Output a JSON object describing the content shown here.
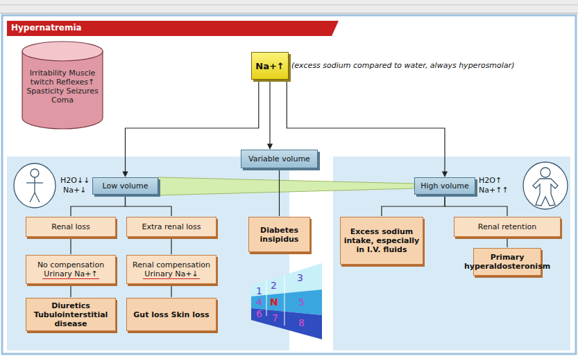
{
  "diagram": {
    "title": "Hypernatremia",
    "nodes": [
      {
        "text": [
          "Irritability Muscle twitch Reflexes↑ Spasticity Seizures Coma"
        ]
      },
      {
        "text": [
          "Na+↑"
        ]
      },
      {
        "text": [
          "Low volume"
        ]
      },
      {
        "text": [
          "Variable volume"
        ]
      },
      {
        "text": [
          "High volume"
        ]
      },
      {
        "text": [
          "Renal loss"
        ]
      },
      {
        "text": [
          "Extra renal loss"
        ]
      },
      {
        "text": [
          "Diabetes insipidus"
        ]
      },
      {
        "text": [
          "Excess sodium intake, especially in I.V. fluids"
        ]
      },
      {
        "text": [
          "Renal retention"
        ]
      },
      {
        "text": [
          "No compensation",
          "Urinary Na+↑"
        ]
      },
      {
        "text": [
          "Renal compensation",
          "Urinary Na+↓"
        ]
      },
      {
        "text": [
          "Diuretics Tubulointerstitial disease"
        ]
      },
      {
        "text": [
          "Gut loss Skin loss"
        ]
      },
      {
        "text": [
          "Primary hyperaldosteronism"
        ]
      }
    ],
    "edges": [
      {
        "from": 1,
        "to": 2,
        "arrow": "to"
      },
      {
        "from": 1,
        "to": 3,
        "arrow": "to"
      },
      {
        "from": 1,
        "to": 4,
        "arrow": "to"
      },
      {
        "from": 2,
        "to": 5,
        "arrow": "none"
      },
      {
        "from": 2,
        "to": 6,
        "arrow": "none"
      },
      {
        "from": 3,
        "to": 7,
        "arrow": "none"
      },
      {
        "from": 4,
        "to": 8,
        "arrow": "none"
      },
      {
        "from": 4,
        "to": 9,
        "arrow": "none"
      },
      {
        "from": 5,
        "to": 10,
        "arrow": "none"
      },
      {
        "from": 10,
        "to": 12,
        "arrow": "none"
      },
      {
        "from": 6,
        "to": 11,
        "arrow": "none"
      },
      {
        "from": 11,
        "to": 13,
        "arrow": "none"
      },
      {
        "from": 9,
        "to": 14,
        "arrow": "none"
      }
    ],
    "labels": [
      "(excess sodium compared to water, always hyperosmolar)",
      "H2O↓↓",
      "Na+↓",
      "H2O↑",
      "Na+↑↑",
      "1",
      "2",
      "3",
      "4",
      "N",
      "5",
      "6",
      "7",
      "8"
    ]
  }
}
